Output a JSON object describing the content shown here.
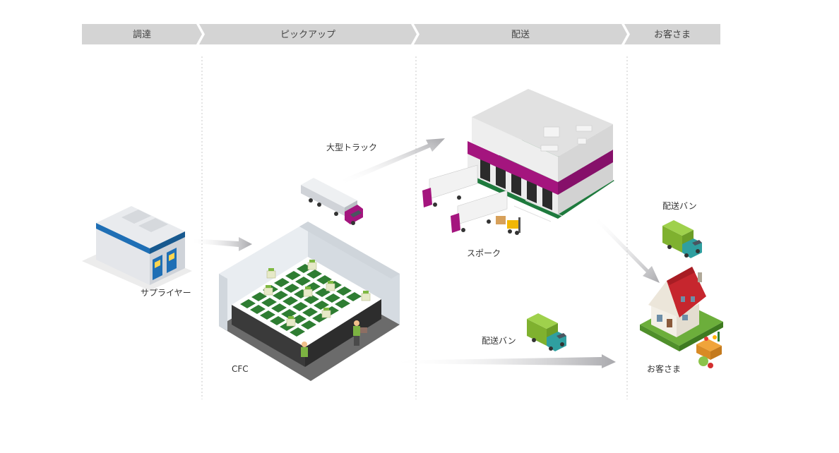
{
  "stages": [
    {
      "label": "調達"
    },
    {
      "label": "ピックアップ"
    },
    {
      "label": "配送"
    },
    {
      "label": "お客さま"
    }
  ],
  "nodes": {
    "supplier": {
      "label": "サプライヤー",
      "icon": "supplier-warehouse-icon"
    },
    "cfc": {
      "label": "CFC",
      "icon": "cfc-grid-icon"
    },
    "large_truck": {
      "label": "大型トラック",
      "icon": "semi-truck-icon"
    },
    "spoke": {
      "label": "スポーク",
      "icon": "spoke-depot-icon"
    },
    "van_from_spoke": {
      "label": "配送バン",
      "icon": "delivery-van-icon"
    },
    "van_from_cfc": {
      "label": "配送バン",
      "icon": "delivery-van-icon"
    },
    "customer": {
      "label": "お客さま",
      "icon": "customer-house-icon"
    }
  },
  "colors": {
    "header_bar": "#d4d4d4",
    "accent_magenta": "#a4157e",
    "van_green": "#8fc23f",
    "grid_green": "#2e7d32",
    "arrow_gray": "#b7b7bb",
    "roof_red": "#c6262e",
    "supplier_blue": "#1f6fb5"
  }
}
